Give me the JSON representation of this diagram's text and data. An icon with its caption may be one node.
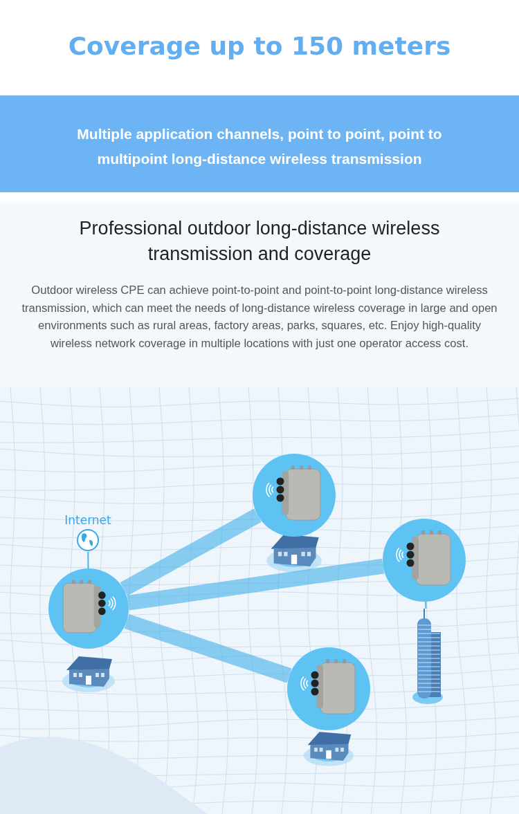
{
  "diagram": {
    "title": "Coverage up to 150 meters",
    "nodes": [
      {
        "text": [
          "Internet"
        ]
      },
      {
        "text": [],
        "shape": "circle"
      },
      {
        "text": [],
        "shape": "circle"
      },
      {
        "text": [],
        "shape": "circle"
      },
      {
        "text": [],
        "shape": "circle"
      },
      {
        "text": [],
        "shape": "picture"
      }
    ],
    "edges": [
      {
        "from": 0,
        "to": 1,
        "arrow": "none"
      },
      {
        "from": 1,
        "to": 2,
        "arrow": "none"
      },
      {
        "from": 1,
        "to": 3,
        "arrow": "none"
      },
      {
        "from": 1,
        "to": 4,
        "arrow": "none"
      },
      {
        "from": 3,
        "to": 5,
        "arrow": "none"
      }
    ],
    "labels": [
      "Multiple application channels, point to point, point to multipoint long-distance wireless transmission",
      "Professional outdoor long-distance wireless transmission and coverage",
      "Outdoor wireless CPE can achieve point-to-point and point-to-point long-distance wireless transmission, which can meet the needs of long-distance wireless coverage in large and open environments such as rural areas, factory areas, parks, squares, etc. Enjoy high-quality wireless network coverage in multiple locations with just one operator access cost."
    ]
  }
}
